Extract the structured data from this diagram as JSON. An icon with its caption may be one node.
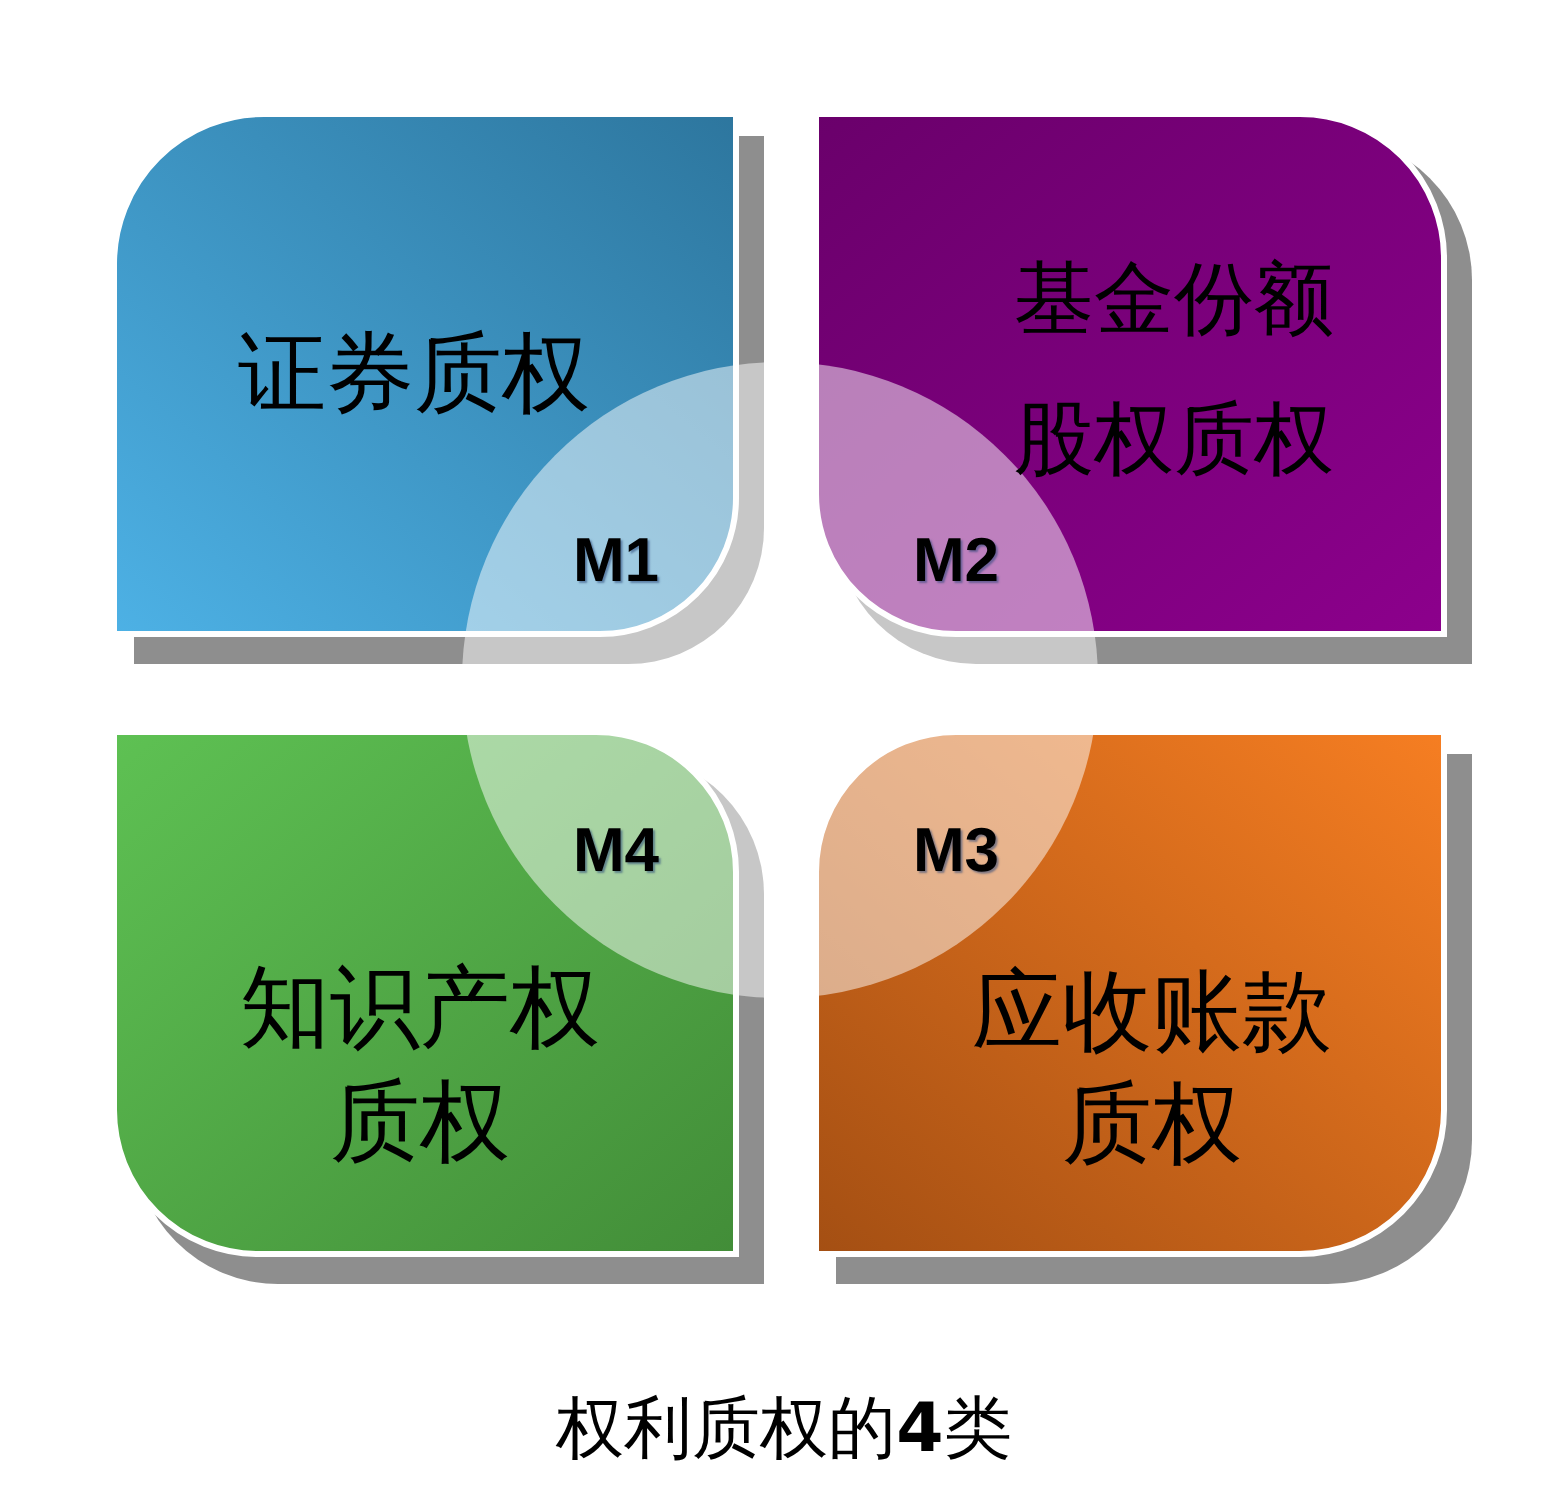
{
  "diagram": {
    "caption": "权利质权的**4**类",
    "nodes": [
      {
        "text": [
          "证券质权",
          "M1"
        ]
      },
      {
        "text": [
          "基金份额股权质权",
          "M2"
        ]
      },
      {
        "text": [
          "M4",
          "知识产权质权"
        ]
      },
      {
        "text": [
          "M3",
          "应收账款质权"
        ]
      }
    ]
  }
}
